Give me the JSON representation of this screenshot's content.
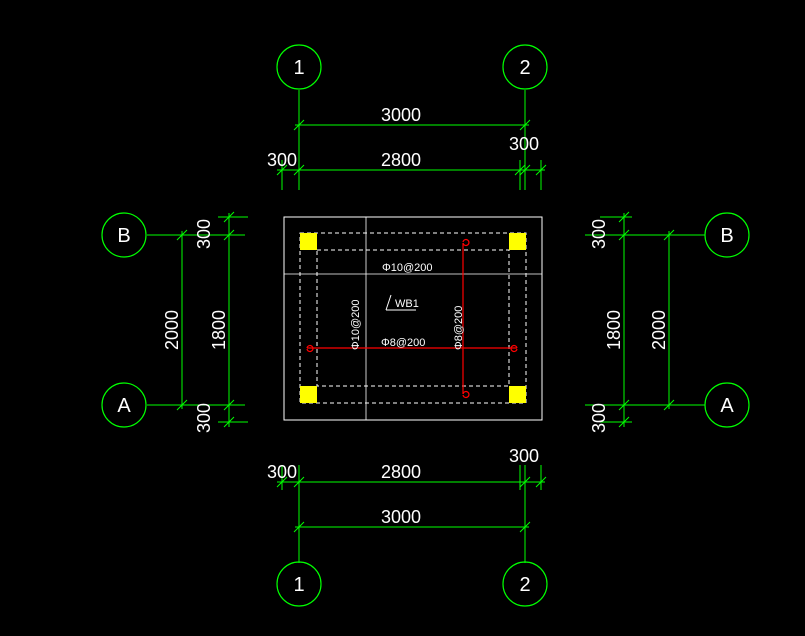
{
  "colors": {
    "background": "#000000",
    "dimension": "#00ff00",
    "text": "#ffffff",
    "slab": "#ffffff",
    "rebar_red": "#ff0000",
    "column": "#ffff00",
    "dashed": "#ffffff"
  },
  "axes": {
    "columns": [
      "1",
      "2"
    ],
    "rows": [
      "B",
      "A"
    ]
  },
  "dimensions": {
    "overall_x": "3000",
    "inner_x": "2800",
    "edge_x": "300",
    "overall_y": "2000",
    "inner_y": "1800",
    "edge_y": "300"
  },
  "annotations": {
    "top_rebar": "Φ10@200",
    "left_rebar": "Φ10@200",
    "bottom_rebar": "Φ8@200",
    "right_rebar": "Φ8@200",
    "slab_label": "WB1"
  }
}
